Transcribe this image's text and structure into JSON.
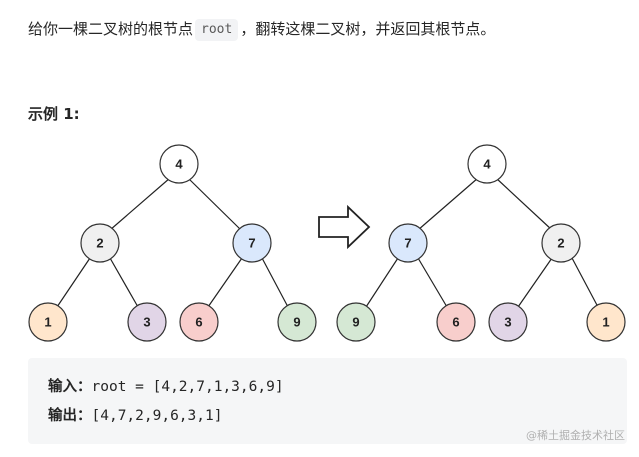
{
  "description": {
    "before": "给你一棵二叉树的根节点",
    "code": "root",
    "after": "，翻转这棵二叉树，并返回其根节点。"
  },
  "example": {
    "heading": "示例 1:",
    "input_tree": {
      "root": "4",
      "level1": [
        "2",
        "7"
      ],
      "level2": [
        "1",
        "3",
        "6",
        "9"
      ]
    },
    "output_tree": {
      "root": "4",
      "level1": [
        "7",
        "2"
      ],
      "level2": [
        "9",
        "6",
        "3",
        "1"
      ]
    },
    "arrow_icon": "right-outline-arrow",
    "colors": {
      "node_default": "#ffffff",
      "node_2": "#f0f0f0",
      "node_7": "#dae8fc",
      "node_1": "#ffe6cc",
      "node_3": "#e1d5e7",
      "node_6": "#f8cecc",
      "node_9": "#d5e8d4"
    },
    "code": {
      "input_label": "输入：",
      "input_value": "root = [4,2,7,1,3,6,9]",
      "output_label": "输出：",
      "output_value": "[4,7,2,9,6,3,1]"
    }
  },
  "watermark": "@稀土掘金技术社区"
}
